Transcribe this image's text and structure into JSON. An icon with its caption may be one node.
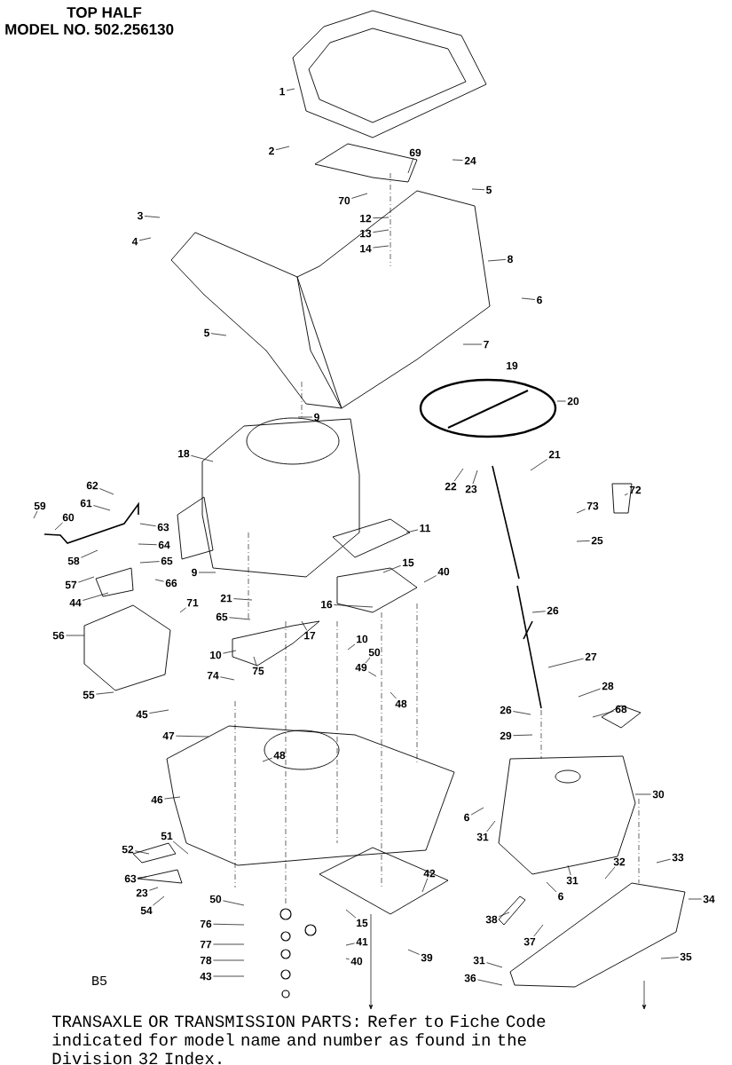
{
  "diagram": {
    "title": "TOP HALF",
    "caption": "TRANSAXLE OR TRANSMISSION PARTS: Refer to Fiche Code indicated for model name and number as found in the Division 32 Index.",
    "nodes": [
      {
        "text": [
          "1"
        ]
      },
      {
        "text": [
          "2"
        ]
      },
      {
        "text": [
          "69"
        ]
      },
      {
        "text": [
          "24"
        ]
      },
      {
        "text": [
          "70"
        ]
      },
      {
        "text": [
          "5"
        ]
      },
      {
        "text": [
          "12"
        ]
      },
      {
        "text": [
          "3"
        ]
      },
      {
        "text": [
          "13"
        ]
      },
      {
        "text": [
          "4"
        ]
      },
      {
        "text": [
          "14"
        ]
      },
      {
        "text": [
          "8"
        ]
      },
      {
        "text": [
          "6"
        ]
      },
      {
        "text": [
          "5"
        ]
      },
      {
        "text": [
          "7"
        ]
      },
      {
        "text": [
          "20"
        ]
      },
      {
        "text": [
          "9"
        ]
      },
      {
        "text": [
          "18"
        ]
      },
      {
        "text": [
          "21"
        ]
      },
      {
        "text": [
          "22"
        ]
      },
      {
        "text": [
          "23"
        ]
      },
      {
        "text": [
          "72"
        ]
      },
      {
        "text": [
          "62"
        ]
      },
      {
        "text": [
          "61"
        ]
      },
      {
        "text": [
          "73"
        ]
      },
      {
        "text": [
          "59"
        ]
      },
      {
        "text": [
          "60"
        ]
      },
      {
        "text": [
          "63"
        ]
      },
      {
        "text": [
          "11"
        ]
      },
      {
        "text": [
          "25"
        ]
      },
      {
        "text": [
          "64"
        ]
      },
      {
        "text": [
          "58"
        ]
      },
      {
        "text": [
          "65"
        ]
      },
      {
        "text": [
          "15"
        ]
      },
      {
        "text": [
          "40"
        ]
      },
      {
        "text": [
          "9"
        ]
      },
      {
        "text": [
          "57"
        ]
      },
      {
        "text": [
          "66"
        ]
      },
      {
        "text": [
          "71"
        ]
      },
      {
        "text": [
          "44"
        ]
      },
      {
        "text": [
          "21"
        ]
      },
      {
        "text": [
          "16"
        ]
      },
      {
        "text": [
          "26"
        ]
      },
      {
        "text": [
          "56"
        ]
      },
      {
        "text": [
          "17"
        ]
      },
      {
        "text": [
          "10"
        ]
      },
      {
        "text": [
          "65"
        ]
      },
      {
        "text": [
          "50"
        ]
      },
      {
        "text": [
          "10"
        ]
      },
      {
        "text": [
          "27"
        ]
      },
      {
        "text": [
          "49"
        ]
      },
      {
        "text": [
          "75"
        ]
      },
      {
        "text": [
          "74"
        ]
      },
      {
        "text": [
          "48"
        ]
      },
      {
        "text": [
          "28"
        ]
      },
      {
        "text": [
          "55"
        ]
      },
      {
        "text": [
          "45"
        ]
      },
      {
        "text": [
          "26"
        ]
      },
      {
        "text": [
          "68"
        ]
      },
      {
        "text": [
          "47"
        ]
      },
      {
        "text": [
          "29"
        ]
      },
      {
        "text": [
          "48"
        ]
      },
      {
        "text": [
          "30"
        ]
      },
      {
        "text": [
          "46"
        ]
      },
      {
        "text": [
          "6"
        ]
      },
      {
        "text": [
          "51"
        ]
      },
      {
        "text": [
          "31"
        ]
      },
      {
        "text": [
          "52"
        ]
      },
      {
        "text": [
          "33"
        ]
      },
      {
        "text": [
          "32"
        ]
      },
      {
        "text": [
          "42"
        ]
      },
      {
        "text": [
          "63"
        ]
      },
      {
        "text": [
          "31"
        ]
      },
      {
        "text": [
          "23"
        ]
      },
      {
        "text": [
          "6"
        ]
      },
      {
        "text": [
          "34"
        ]
      },
      {
        "text": [
          "50"
        ]
      },
      {
        "text": [
          "54"
        ]
      },
      {
        "text": [
          "38"
        ]
      },
      {
        "text": [
          "15"
        ]
      },
      {
        "text": [
          "76"
        ]
      },
      {
        "text": [
          "41"
        ]
      },
      {
        "text": [
          "37"
        ]
      },
      {
        "text": [
          "77"
        ]
      },
      {
        "text": [
          "40"
        ]
      },
      {
        "text": [
          "39"
        ]
      },
      {
        "text": [
          "35"
        ]
      },
      {
        "text": [
          "78"
        ]
      },
      {
        "text": [
          "31"
        ]
      },
      {
        "text": [
          "36"
        ]
      },
      {
        "text": [
          "43"
        ]
      }
    ],
    "edges": [
      {
        "from": 0,
        "to": null,
        "arrow": "none"
      },
      {
        "from": 1,
        "to": null,
        "arrow": "none"
      },
      {
        "from": 2,
        "to": null,
        "arrow": "none"
      },
      {
        "from": 3,
        "to": null,
        "arrow": "none"
      },
      {
        "from": 4,
        "to": null,
        "arrow": "none"
      },
      {
        "from": 5,
        "to": null,
        "arrow": "none"
      },
      {
        "from": 6,
        "to": null,
        "arrow": "none"
      },
      {
        "from": 7,
        "to": null,
        "arrow": "none"
      },
      {
        "from": 8,
        "to": null,
        "arrow": "none"
      },
      {
        "from": 9,
        "to": null,
        "arrow": "none"
      },
      {
        "from": 10,
        "to": null,
        "arrow": "none"
      },
      {
        "from": 11,
        "to": null,
        "arrow": "none"
      },
      {
        "from": 12,
        "to": null,
        "arrow": "none"
      },
      {
        "from": 13,
        "to": null,
        "arrow": "none"
      },
      {
        "from": 14,
        "to": null,
        "arrow": "none"
      },
      {
        "from": 15,
        "to": null,
        "arrow": "none"
      },
      {
        "from": 16,
        "to": null,
        "arrow": "none"
      },
      {
        "from": 17,
        "to": null,
        "arrow": "none"
      },
      {
        "from": 18,
        "to": null,
        "arrow": "none"
      },
      {
        "from": 19,
        "to": null,
        "arrow": "none"
      },
      {
        "from": 20,
        "to": null,
        "arrow": "none"
      },
      {
        "from": 21,
        "to": null,
        "arrow": "none"
      },
      {
        "from": 22,
        "to": null,
        "arrow": "none"
      },
      {
        "from": 23,
        "to": null,
        "arrow": "none"
      },
      {
        "from": 24,
        "to": null,
        "arrow": "none"
      },
      {
        "from": 25,
        "to": null,
        "arrow": "none"
      },
      {
        "from": 26,
        "to": null,
        "arrow": "none"
      },
      {
        "from": 27,
        "to": null,
        "arrow": "none"
      },
      {
        "from": 28,
        "to": null,
        "arrow": "none"
      },
      {
        "from": 29,
        "to": null,
        "arrow": "none"
      },
      {
        "from": 30,
        "to": null,
        "arrow": "none"
      },
      {
        "from": 31,
        "to": null,
        "arrow": "none"
      },
      {
        "from": 32,
        "to": null,
        "arrow": "none"
      },
      {
        "from": 33,
        "to": null,
        "arrow": "none"
      },
      {
        "from": 34,
        "to": null,
        "arrow": "none"
      },
      {
        "from": 35,
        "to": null,
        "arrow": "none"
      },
      {
        "from": 36,
        "to": null,
        "arrow": "none"
      },
      {
        "from": 37,
        "to": null,
        "arrow": "none"
      },
      {
        "from": 38,
        "to": null,
        "arrow": "none"
      },
      {
        "from": 39,
        "to": null,
        "arrow": "none"
      },
      {
        "from": 40,
        "to": null,
        "arrow": "none"
      },
      {
        "from": 41,
        "to": null,
        "arrow": "none"
      },
      {
        "from": 42,
        "to": null,
        "arrow": "none"
      },
      {
        "from": 43,
        "to": null,
        "arrow": "none"
      },
      {
        "from": 44,
        "to": null,
        "arrow": "none"
      },
      {
        "from": 45,
        "to": null,
        "arrow": "none"
      },
      {
        "from": 46,
        "to": null,
        "arrow": "none"
      },
      {
        "from": 47,
        "to": null,
        "arrow": "none"
      },
      {
        "from": 48,
        "to": null,
        "arrow": "none"
      },
      {
        "from": 49,
        "to": null,
        "arrow": "none"
      },
      {
        "from": 50,
        "to": null,
        "arrow": "none"
      },
      {
        "from": 51,
        "to": null,
        "arrow": "none"
      },
      {
        "from": 52,
        "to": null,
        "arrow": "none"
      },
      {
        "from": 53,
        "to": null,
        "arrow": "none"
      },
      {
        "from": 54,
        "to": null,
        "arrow": "none"
      },
      {
        "from": 55,
        "to": null,
        "arrow": "none"
      },
      {
        "from": 56,
        "to": null,
        "arrow": "none"
      },
      {
        "from": 57,
        "to": null,
        "arrow": "none"
      },
      {
        "from": 58,
        "to": null,
        "arrow": "none"
      },
      {
        "from": 59,
        "to": null,
        "arrow": "none"
      },
      {
        "from": 60,
        "to": null,
        "arrow": "none"
      },
      {
        "from": 61,
        "to": null,
        "arrow": "none"
      },
      {
        "from": 62,
        "to": null,
        "arrow": "none"
      },
      {
        "from": 63,
        "to": null,
        "arrow": "none"
      },
      {
        "from": 64,
        "to": null,
        "arrow": "none"
      },
      {
        "from": 65,
        "to": null,
        "arrow": "none"
      },
      {
        "from": 66,
        "to": null,
        "arrow": "none"
      },
      {
        "from": 67,
        "to": null,
        "arrow": "none"
      },
      {
        "from": 68,
        "to": null,
        "arrow": "none"
      },
      {
        "from": 69,
        "to": null,
        "arrow": "none"
      },
      {
        "from": 70,
        "to": null,
        "arrow": "none"
      },
      {
        "from": 71,
        "to": null,
        "arrow": "none"
      },
      {
        "from": 72,
        "to": null,
        "arrow": "none"
      },
      {
        "from": 73,
        "to": null,
        "arrow": "none"
      },
      {
        "from": 74,
        "to": null,
        "arrow": "none"
      },
      {
        "from": 75,
        "to": null,
        "arrow": "none"
      },
      {
        "from": 76,
        "to": null,
        "arrow": "none"
      },
      {
        "from": 77,
        "to": null,
        "arrow": "none"
      },
      {
        "from": 78,
        "to": null,
        "arrow": "none"
      },
      {
        "from": 79,
        "to": null,
        "arrow": "none"
      },
      {
        "from": 80,
        "to": null,
        "arrow": "none"
      },
      {
        "from": 81,
        "to": null,
        "arrow": "none"
      },
      {
        "from": 82,
        "to": null,
        "arrow": "none"
      },
      {
        "from": 83,
        "to": null,
        "arrow": "none"
      },
      {
        "from": 84,
        "to": null,
        "arrow": "none"
      },
      {
        "from": 85,
        "to": null,
        "arrow": "none"
      },
      {
        "from": 86,
        "to": null,
        "arrow": "none"
      },
      {
        "from": 87,
        "to": null,
        "arrow": "none"
      },
      {
        "from": 88,
        "to": null,
        "arrow": "none"
      },
      {
        "from": 89,
        "to": null,
        "arrow": "none"
      },
      {
        "from": 90,
        "to": null,
        "arrow": "none"
      }
    ],
    "labels": [
      "MODEL NO. 502.256130",
      "19",
      "B5"
    ]
  }
}
